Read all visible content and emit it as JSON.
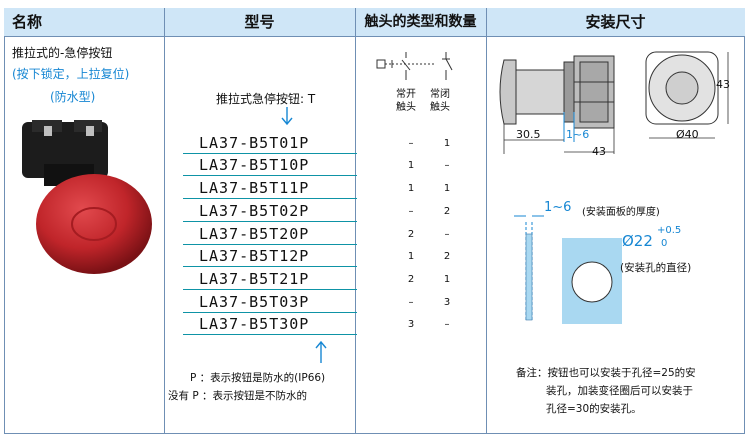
{
  "headers": {
    "name": "名称",
    "model": "型号",
    "contacts": "触头的类型和数量",
    "dims": "安装尺寸"
  },
  "product": {
    "title": "推拉式的-急停按钮",
    "subtitle": "(按下锁定，上拉复位)",
    "waterproof": "(防水型)"
  },
  "model_hint": "推拉式急停按钮: T",
  "contact_heads": {
    "no_line1": "常开",
    "no_line2": "触头",
    "nc_line1": "常闭",
    "nc_line2": "触头"
  },
  "models": [
    {
      "code": "LA37-B5T01P",
      "no": "–",
      "nc": "1"
    },
    {
      "code": "LA37-B5T10P",
      "no": "1",
      "nc": "–"
    },
    {
      "code": "LA37-B5T11P",
      "no": "1",
      "nc": "1"
    },
    {
      "code": "LA37-B5T02P",
      "no": "–",
      "nc": "2"
    },
    {
      "code": "LA37-B5T20P",
      "no": "2",
      "nc": "–"
    },
    {
      "code": "LA37-B5T12P",
      "no": "1",
      "nc": "2"
    },
    {
      "code": "LA37-B5T21P",
      "no": "2",
      "nc": "1"
    },
    {
      "code": "LA37-B5T03P",
      "no": "–",
      "nc": "3"
    },
    {
      "code": "LA37-B5T30P",
      "no": "3",
      "nc": "–"
    }
  ],
  "p_notes": {
    "line1": "P ：表示按钮是防水的(IP66)",
    "line2": "没有 P ：表示按钮是不防水的"
  },
  "dims": {
    "d30_5": "30.5",
    "d1_6": "1~6",
    "d43_w": "43",
    "d43_h": "43",
    "d40": "Ø40",
    "panel_range": "1~6",
    "panel_label": "(安装面板的厚度)",
    "hole_base": "Ø22",
    "hole_tol_up": "+0.5",
    "hole_tol_down": "0",
    "hole_label": "(安装孔的直径)"
  },
  "remark": {
    "line1": "备注：按钮也可以安装于孔径=25的安",
    "line2": "装孔，加装变径圈后可以安装于",
    "line3": "孔径=30的安装孔。"
  },
  "colors": {
    "header_bg": "#cfe6f7",
    "accent": "#1787d3",
    "hole_panel": "#a9d8f1",
    "button_red": "#c0252a"
  }
}
